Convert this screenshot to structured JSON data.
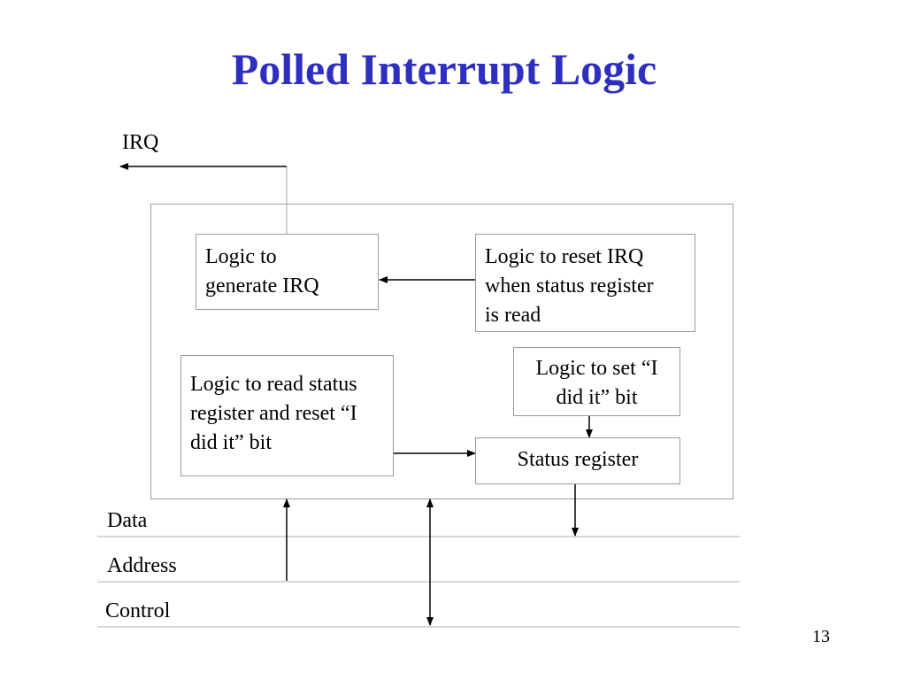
{
  "slide": {
    "title": "Polled Interrupt Logic",
    "page_number": "13"
  },
  "signals": {
    "irq": "IRQ"
  },
  "boxes": {
    "generate_irq": [
      "Logic to",
      "generate IRQ"
    ],
    "reset_irq": [
      "Logic to reset IRQ",
      "when status register",
      "is read"
    ],
    "read_status": [
      "Logic to read status",
      "register and reset “I",
      "did it” bit"
    ],
    "set_bit": [
      "Logic to set “I",
      "did it” bit"
    ],
    "status_register": [
      "Status register"
    ]
  },
  "buses": {
    "data": "Data",
    "address": "Address",
    "control": "Control"
  }
}
